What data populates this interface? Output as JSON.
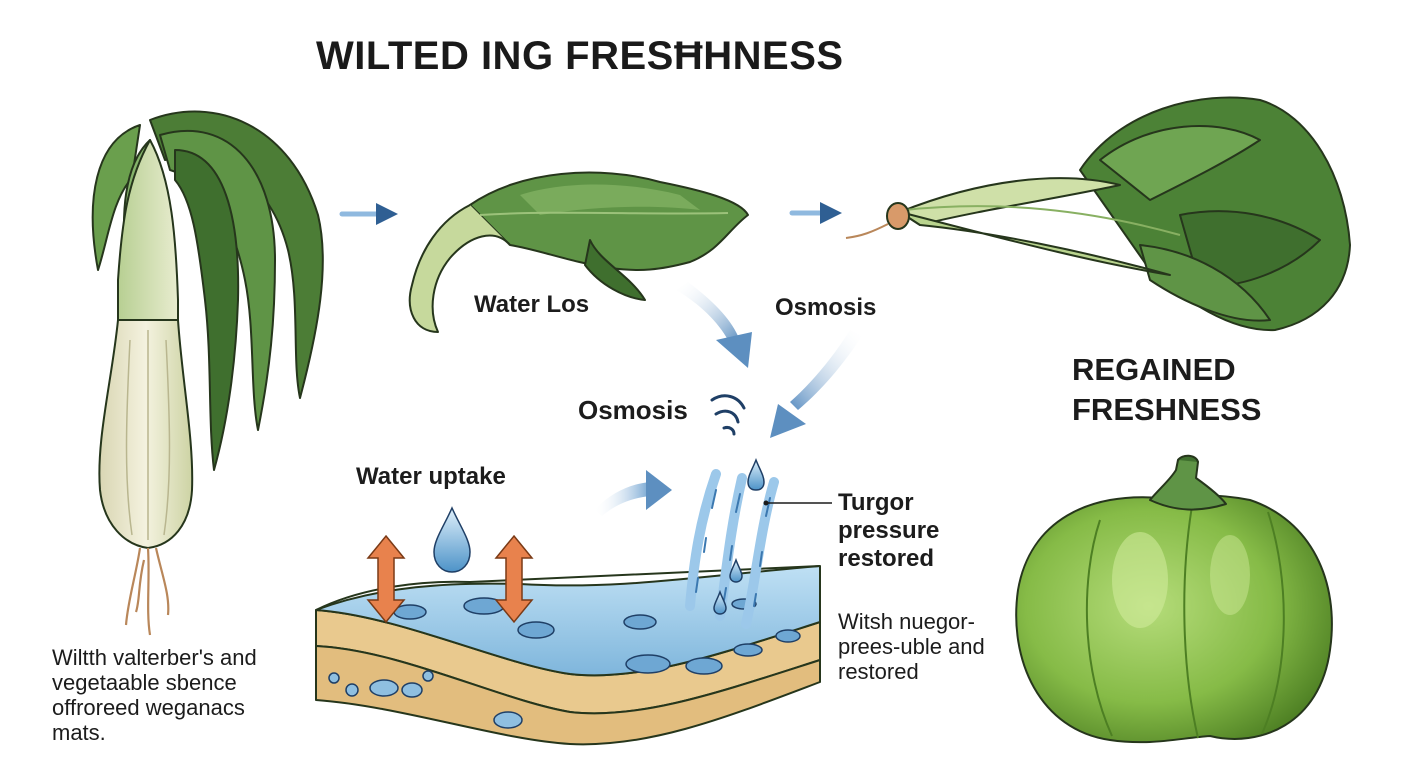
{
  "title": "WILTED ING FRESĦHNESS",
  "labels": {
    "water_loss": "Water Los",
    "osmosis_top": "Osmosis",
    "osmosis_mid": "Osmosis",
    "water_uptake": "Water uptake",
    "turgor": [
      "Turgor",
      "pressure",
      "restored"
    ],
    "regained": [
      "REGAINED",
      "FRESHNESS"
    ]
  },
  "captions": {
    "left": [
      "Wiltth valterber's and",
      "vegetaable sbence",
      "offroreed weganacs",
      "mats."
    ],
    "right": [
      "Witsh nuegor-",
      "prees-uble and",
      "restored"
    ]
  },
  "colors": {
    "leaf_dark": "#3f6f2e",
    "leaf_mid": "#5f9446",
    "leaf_light": "#9cc27a",
    "stem_pale": "#e6e4c8",
    "water_blue": "#8fc3e6",
    "arrow_blue": "#5d8fc0",
    "arrow_orange": "#e8824d",
    "soil": "#e9c98e",
    "pepper_green": "#8ec24d"
  }
}
